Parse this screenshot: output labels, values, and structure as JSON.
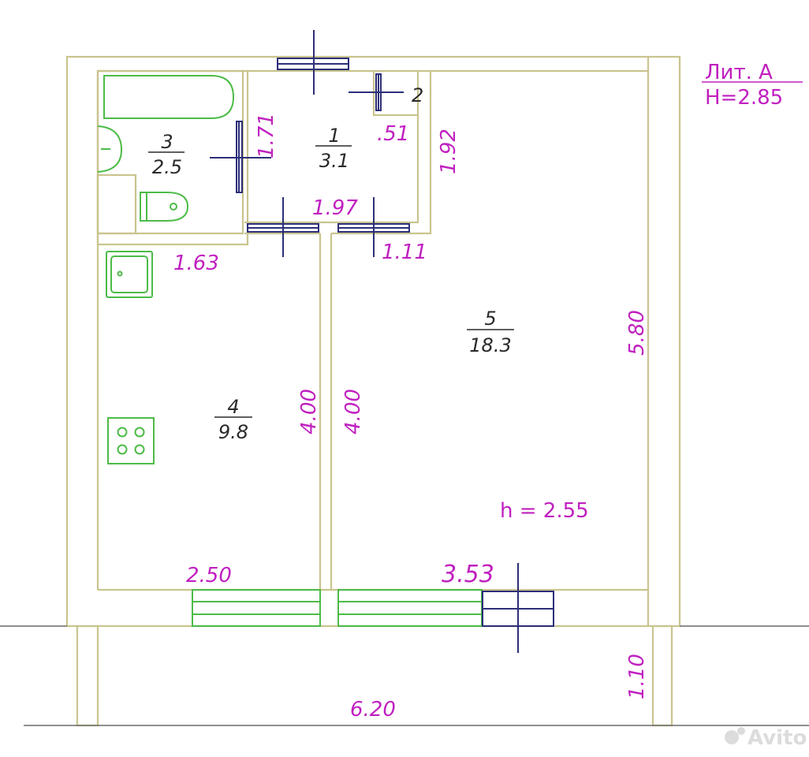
{
  "header": {
    "lit_label": "Лит. А",
    "height_label": "H=2.85"
  },
  "rooms": [
    {
      "number": "1",
      "area": "3.1"
    },
    {
      "number": "3",
      "area": "2.5"
    },
    {
      "number": "4",
      "area": "9.8"
    },
    {
      "number": "5",
      "area": "18.3"
    }
  ],
  "closet_number": "2",
  "dimensions": {
    "d_171": "1.71",
    "d_51": ".51",
    "d_192": "1.92",
    "d_197": "1.97",
    "d_163": "1.63",
    "d_111": "1.11",
    "d_580": "5.80",
    "d_400_left": "4.00",
    "d_400_right": "4.00",
    "d_250": "2.50",
    "d_353": "3.53",
    "d_620": "6.20",
    "d_110": "1.10"
  },
  "ceiling_height": "h = 2.55",
  "watermark": "Avito",
  "colors": {
    "walls": "#c9c48e",
    "fixtures": "#4dbb47",
    "doors": "#2c2f78",
    "dimensions": "#c020c0"
  }
}
